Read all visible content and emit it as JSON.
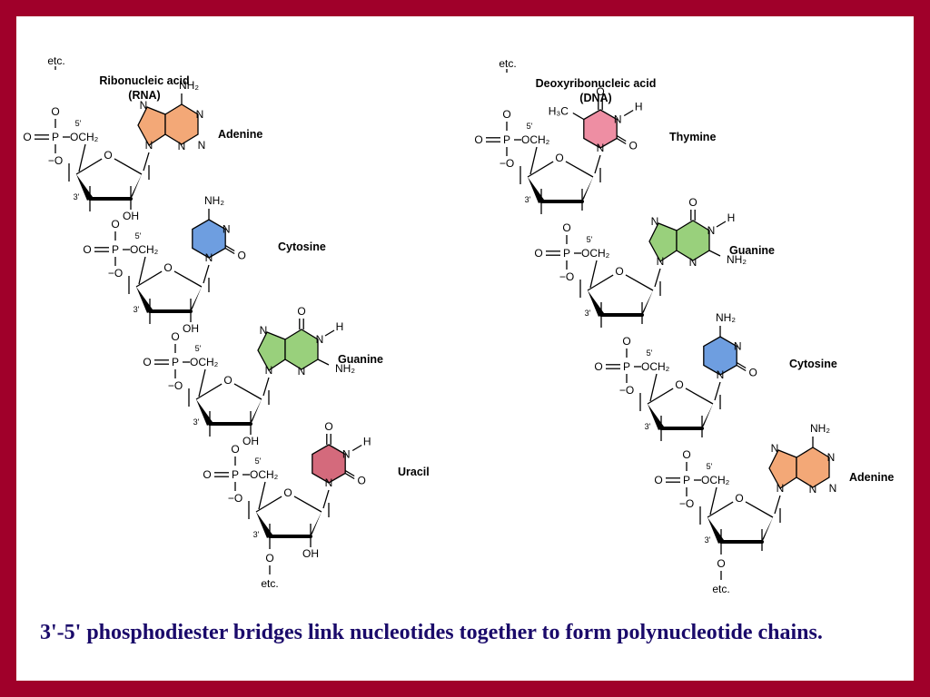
{
  "panels": [
    {
      "id": "rna",
      "title_line1": "Ribonucleic acid",
      "title_line2": "(RNA)",
      "labels": {
        "etc": "etc.",
        "five_prime": "5'",
        "three_prime": "3'",
        "oh": "OH",
        "o": "O",
        "p": "P",
        "o_minus": "−O",
        "och2": "OCH₂"
      },
      "nucleotides": [
        {
          "base": "Adenine",
          "type": "purine-a",
          "color": "#f3a877"
        },
        {
          "base": "Cytosine",
          "type": "pyrimidine-c",
          "color": "#6e9ee0"
        },
        {
          "base": "Guanine",
          "type": "purine-g",
          "color": "#99d07c"
        },
        {
          "base": "Uracil",
          "type": "pyrimidine-u",
          "color": "#d46a7c"
        }
      ]
    },
    {
      "id": "dna",
      "title_line1": "Deoxyribonucleic acid",
      "title_line2": "(DNA)",
      "labels": {
        "etc": "etc.",
        "five_prime": "5'",
        "three_prime": "3'",
        "o": "O",
        "p": "P",
        "o_minus": "−O",
        "och2": "OCH₂"
      },
      "nucleotides": [
        {
          "base": "Thymine",
          "type": "pyrimidine-t",
          "color": "#ee8ea3"
        },
        {
          "base": "Guanine",
          "type": "purine-g",
          "color": "#99d07c"
        },
        {
          "base": "Cytosine",
          "type": "pyrimidine-c",
          "color": "#6e9ee0"
        },
        {
          "base": "Adenine",
          "type": "purine-a",
          "color": "#f3a877"
        }
      ]
    }
  ],
  "atoms": {
    "nh2": "NH₂",
    "n": "N",
    "o": "O",
    "h": "H",
    "h3c": "H₃C"
  },
  "caption": "3'-5' phosphodiester bridges link nucleotides together to form polynucleotide chains.",
  "colors": {
    "frame": "#a0002a",
    "caption": "#1a0a6a"
  }
}
